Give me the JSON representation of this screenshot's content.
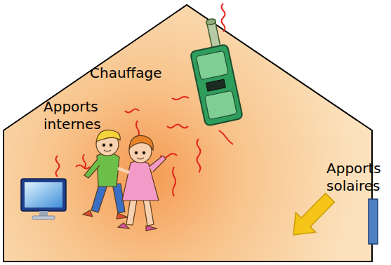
{
  "diagram": {
    "labels": [
      "Chauffage",
      "Apports internes",
      "Apports solaires"
    ]
  }
}
